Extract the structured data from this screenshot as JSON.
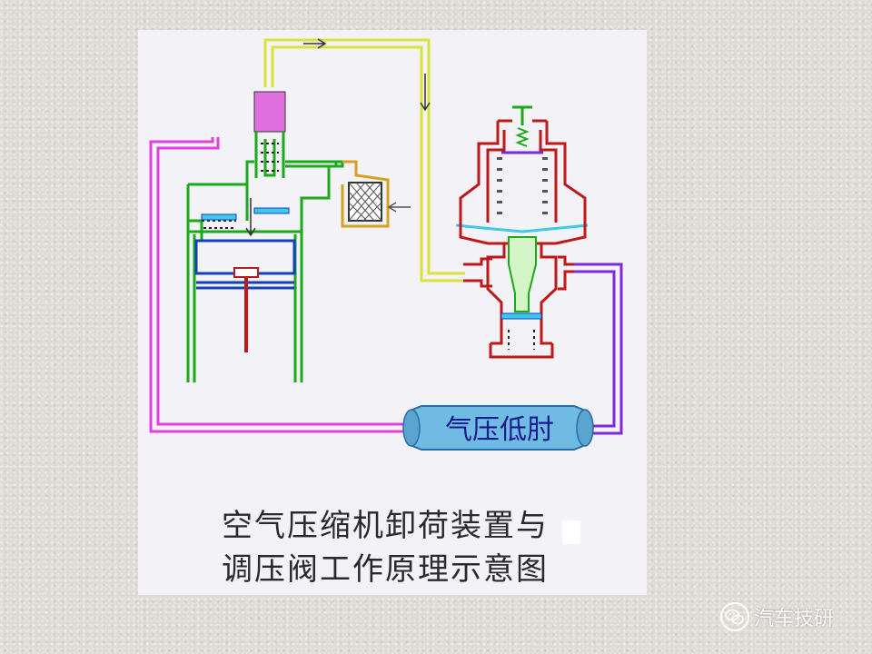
{
  "tank_label": "气压低肘",
  "caption": {
    "line1": "空气压缩机卸荷装置与",
    "line2": "调压阀工作原理示意图"
  },
  "watermark": {
    "text": "汽车技研",
    "icon": "wechat-icon"
  },
  "colors": {
    "compressor": "#1aaa1a",
    "yellow_line": "#d8e23a",
    "magenta_line": "#e040e0",
    "purple_line": "#7a2adc",
    "red_valve": "#c01818",
    "blue_parts": "#1040c0",
    "cyan_parts": "#40c8e8",
    "tank_fill": "#6fbbe3",
    "tank_text": "#1a1a8c",
    "unloader_top": "#e070e0",
    "filter": "#d8a020"
  }
}
